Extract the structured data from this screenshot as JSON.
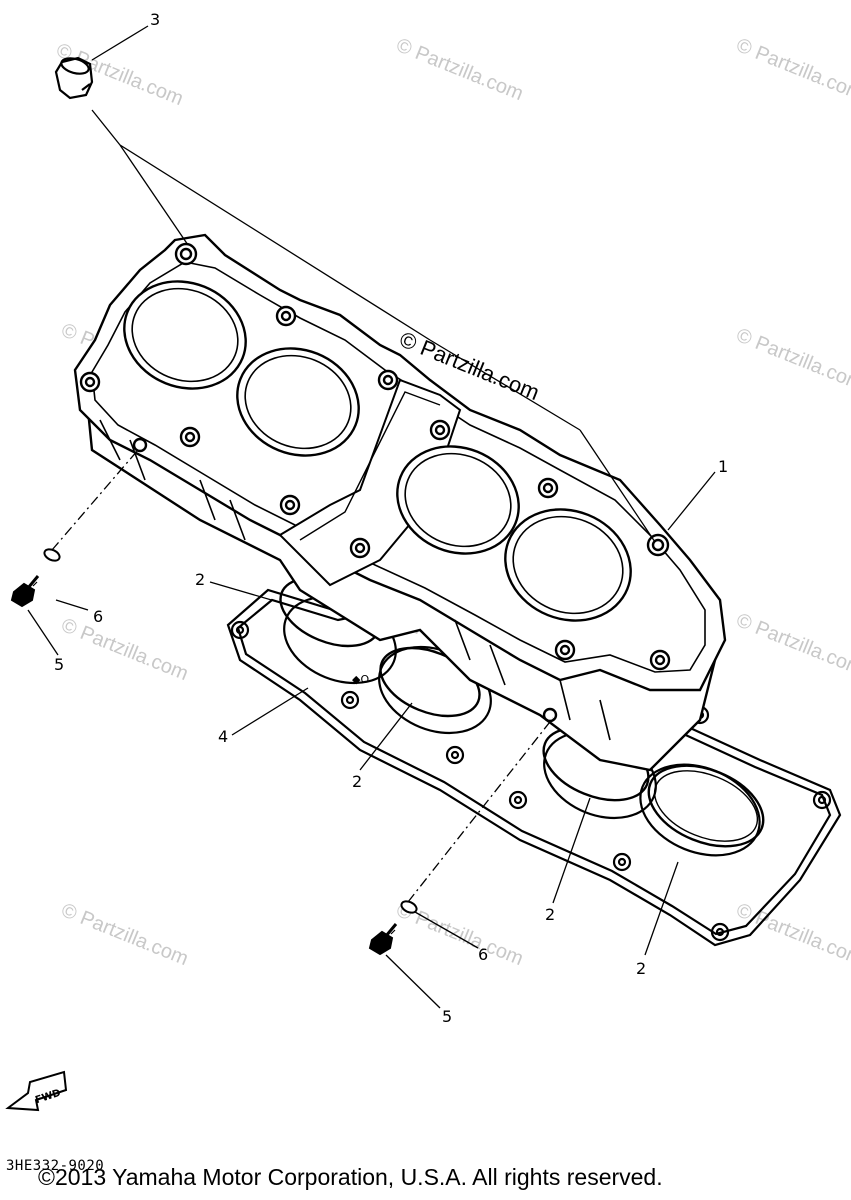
{
  "callouts": {
    "c1": "1",
    "c2a": "2",
    "c2b": "2",
    "c2c": "2",
    "c2d": "2",
    "c3": "3",
    "c4": "4",
    "c5a": "5",
    "c5b": "5",
    "c6a": "6",
    "c6b": "6"
  },
  "watermark": {
    "text": "© Partzilla.com",
    "center_text": "© Partzilla.com"
  },
  "fwd_label": "FWD",
  "figure_code": "3HE332-9020",
  "copyright": "©2013  Yamaha Motor Corporation, U.S.A. All rights reserved."
}
